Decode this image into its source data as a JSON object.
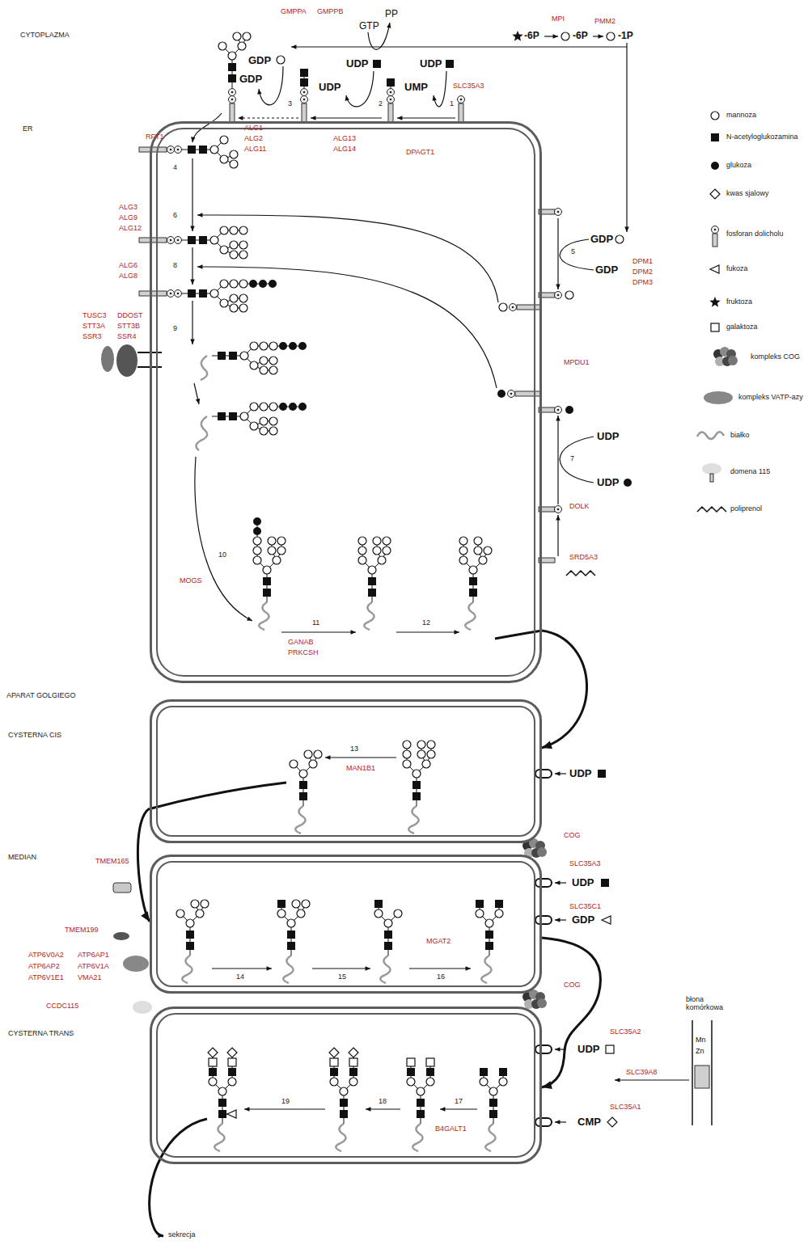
{
  "diagram": {
    "nodes": [
      {
        "text": [
          "ER"
        ]
      },
      {
        "text": [
          "CYSTERNA CIS"
        ]
      },
      {
        "text": [
          "MEDIAN"
        ]
      },
      {
        "text": [
          "CYSTERNA TRANS"
        ]
      }
    ],
    "edges": [
      {
        "from": 0,
        "to": 1,
        "arrow": "to"
      },
      {
        "from": 1,
        "to": 2,
        "arrow": "to"
      },
      {
        "from": 2,
        "to": 3,
        "arrow": "to"
      }
    ],
    "labels": [
      "CYTOPLAZMA",
      "GMPPA",
      "GMPPB",
      "GTP",
      "PP",
      "MPI",
      "PMM2",
      "-6P",
      "-6P",
      "-1P",
      "GDP",
      "GDP",
      "UDP",
      "UDP",
      "UDP",
      "UMP",
      "3",
      "2",
      "1",
      "SLC35A3",
      "RFT1",
      "ALG1",
      "ALG2",
      "ALG11",
      "ALG13",
      "ALG14",
      "DPAGT1",
      "4",
      "ALG3",
      "ALG9",
      "ALG12",
      "6",
      "5",
      "GDP",
      "GDP",
      "DPM1",
      "DPM2",
      "DPM3",
      "ALG6",
      "ALG8",
      "8",
      "TUSC3",
      "DDOST",
      "STT3A",
      "STT3B",
      "SSR3",
      "SSR4",
      "9",
      "MPDU1",
      "UDP",
      "7",
      "UDP",
      "DOLK",
      "SRD5A3",
      "10",
      "MOGS",
      "11",
      "12",
      "GANAB",
      "PRKCSH",
      "APARAT GOLGIEGO",
      "13",
      "MAN1B1",
      "UDP",
      "COG",
      "TMEM165",
      "SLC35A3",
      "UDP",
      "SLC35C1",
      "GDP",
      "TMEM199",
      "ATP6V0A2",
      "ATP6AP1",
      "ATP6AP2",
      "ATP6V1A",
      "ATP6V1E1",
      "VMA21",
      "14",
      "15",
      "MGAT2",
      "16",
      "CCDC115",
      "COG",
      "SLC35A2",
      "UDP",
      "błona komórkowa",
      "Mn",
      "Zn",
      "SLC39A8",
      "SLC35A1",
      "CMP",
      "17",
      "B4GALT1",
      "18",
      "19",
      "sekrecja"
    ],
    "legend": [
      {
        "text": "mannoza"
      },
      {
        "text": "N-acetyloglukozamina"
      },
      {
        "text": "glukoza"
      },
      {
        "text": "kwas sjalowy"
      },
      {
        "text": "fosforan dolicholu"
      },
      {
        "text": "fukoza"
      },
      {
        "text": "fruktoza"
      },
      {
        "text": "galaktoza"
      },
      {
        "text": "kompleks COG"
      },
      {
        "text": "kompleks VATP-azy"
      },
      {
        "text": "białko"
      },
      {
        "text": "domena 115"
      },
      {
        "text": "poliprenol"
      }
    ]
  }
}
